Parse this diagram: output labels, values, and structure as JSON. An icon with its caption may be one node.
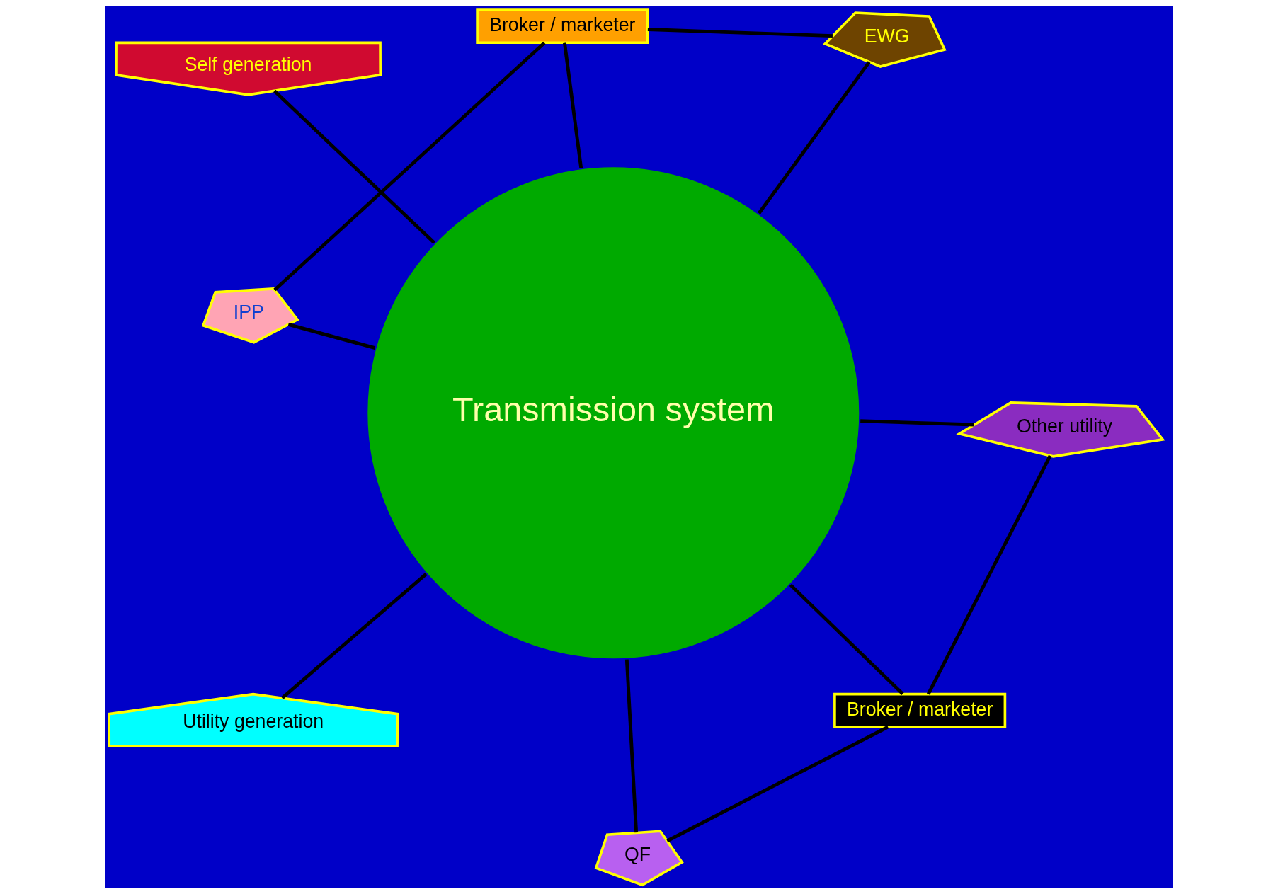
{
  "diagram": {
    "nodes": [
      {
        "text": [
          "Self generation"
        ]
      },
      {
        "text": [
          "EWG"
        ]
      },
      {
        "text": [
          "QF"
        ]
      },
      {
        "text": [
          "Transmission system"
        ]
      },
      {
        "text": [
          "Broker / marketer"
        ]
      },
      {
        "text": [
          "Broker / marketer"
        ]
      },
      {
        "text": [
          "IPP"
        ]
      },
      {
        "text": [
          "Other utility"
        ]
      },
      {
        "text": [
          "Utility generation"
        ]
      }
    ],
    "edges": [
      {
        "from": 3,
        "to": 0,
        "arrow": "none"
      },
      {
        "from": 3,
        "to": 1,
        "arrow": "none"
      },
      {
        "from": 3,
        "to": 2,
        "arrow": "none"
      },
      {
        "from": 3,
        "to": 4,
        "arrow": "none"
      },
      {
        "from": 3,
        "to": 5,
        "arrow": "none"
      },
      {
        "from": 3,
        "to": 6,
        "arrow": "none"
      },
      {
        "from": 3,
        "to": 7,
        "arrow": "none"
      },
      {
        "from": 3,
        "to": 8,
        "arrow": "none"
      },
      {
        "from": 1,
        "to": 4,
        "arrow": "none"
      },
      {
        "from": 4,
        "to": 6,
        "arrow": "none"
      },
      {
        "from": 2,
        "to": 5,
        "arrow": "none"
      },
      {
        "from": 5,
        "to": 7,
        "arrow": "none"
      }
    ]
  }
}
